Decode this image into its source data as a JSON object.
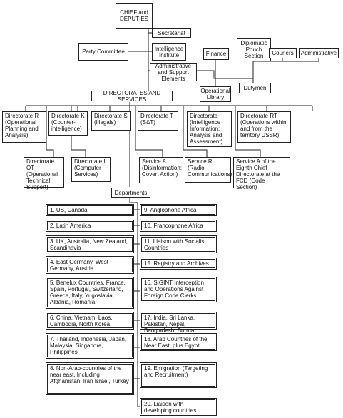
{
  "top": {
    "chief": "CHIEF and DEPUTIES",
    "secretariat": "Secretariat",
    "party_committee": "Party Committee",
    "intelligence_institute": "Intelligence Institute",
    "admin_support": "Administrative and Support Elements",
    "finance": "Finance",
    "diplomatic_pouch": "Diplomatic Pouch Section",
    "couriers": "Couriers",
    "administrative": "Administrative",
    "operational_library": "Operational Library",
    "dutymen": "Dutymen"
  },
  "directorates_header": "DIRECTORATES AND SERVICES",
  "directorates": {
    "r": "Directorate R (Operational Planning and Analysis)",
    "k": "Directorate K (Counter-intelligence)",
    "s": "Directorate S (Illegals)",
    "t": "Directorate T (S&T)",
    "intel": "Directorate (Intelligence Information: Analysis and Assessment)",
    "rt": "Directorate RT (Operations within and from the territory USSR)",
    "ot": "Directorate OT (Operational Technical Support)",
    "i": "Directorate I (Computer Services)",
    "service_a": "Service A (Disinformation; Covert Action)",
    "service_r": "Service R (Radio Communications)",
    "service_a_fcd": "Service A of the Eighth Chief Directorate at the FCD (Code Section)"
  },
  "departments_header": "Departments",
  "departments_left": [
    "1. US, Canada",
    "2. Latin America",
    "3. UK, Australia, New Zealand, Scandinavia",
    "4. East Germany, West Germany, Austria",
    "5. Benelux Countries, France, Spain, Portugal, Switzerland, Greece, Italy, Yugoslavia, Albania, Romania",
    "6. China, Vietnam, Laos, Cambodia, North Korea",
    "7. Thailand, Indonesia, Japan, Malaysia, Singapore, Philippines",
    "8. Non-Arab-countries of the near east, Including Afghanistan, Iran Israel, Turkey"
  ],
  "departments_right": [
    "9. Anglophone Africa",
    "10. Francophone Africa",
    "11. Liaison with Socialist Countries",
    "15. Registry and Archives",
    "16. SIGINT Interception and Operations Against Foreign Code Clerks",
    "17. India, Sri Lanka, Pakistan, Nepal, Bangladesh, Burma",
    "18. Arab Countries of the Near East, plus Egypt",
    "19. Emigration (Targeting and Recruitment)",
    "20. Liaison with developing countries"
  ]
}
